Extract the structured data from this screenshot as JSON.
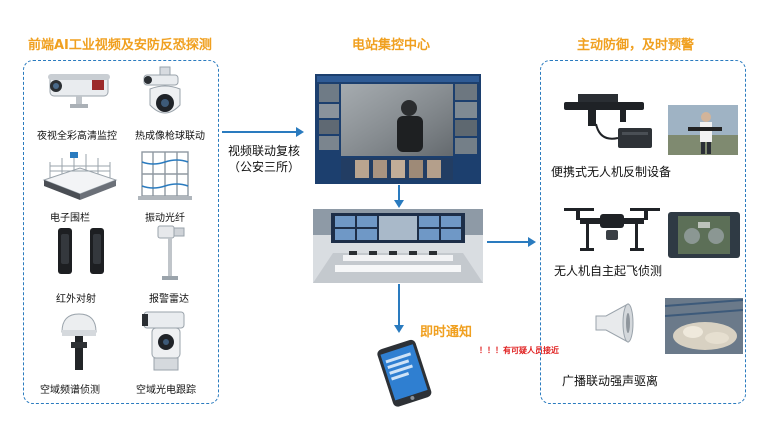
{
  "headings": {
    "left": "前端AI工业视频及安防反恐探测",
    "center": "电站集控中心",
    "right": "主动防御，及时预警"
  },
  "left_items": [
    {
      "label": "夜视全彩高清监控",
      "icon": "bullet-camera-icon"
    },
    {
      "label": "热成像枪球联动",
      "icon": "dome-camera-icon"
    },
    {
      "label": "电子围栏",
      "icon": "electronic-fence-icon"
    },
    {
      "label": "振动光纤",
      "icon": "vibration-fiber-icon"
    },
    {
      "label": "红外对射",
      "icon": "infrared-beam-icon"
    },
    {
      "label": "报警雷达",
      "icon": "alarm-radar-icon"
    },
    {
      "label": "空域频谱侦测",
      "icon": "spectrum-antenna-icon"
    },
    {
      "label": "空域光电跟踪",
      "icon": "electro-optical-tracker-icon"
    }
  ],
  "center": {
    "review_line1": "视频联动复核",
    "review_line2": "（公安三所）",
    "notify": "即时通知",
    "alert": "！！！有可疑人员接近"
  },
  "right_items": [
    {
      "label": "便携式无人机反制设备",
      "icon": "jammer-gun-icon"
    },
    {
      "label": "无人机自主起飞侦测",
      "icon": "drone-icon"
    },
    {
      "label": "广播联动强声驱离",
      "icon": "loudspeaker-icon"
    }
  ],
  "colors": {
    "heading": "#f0a020",
    "accent_blue": "#2a7bbf",
    "alert_red": "#e02020"
  }
}
